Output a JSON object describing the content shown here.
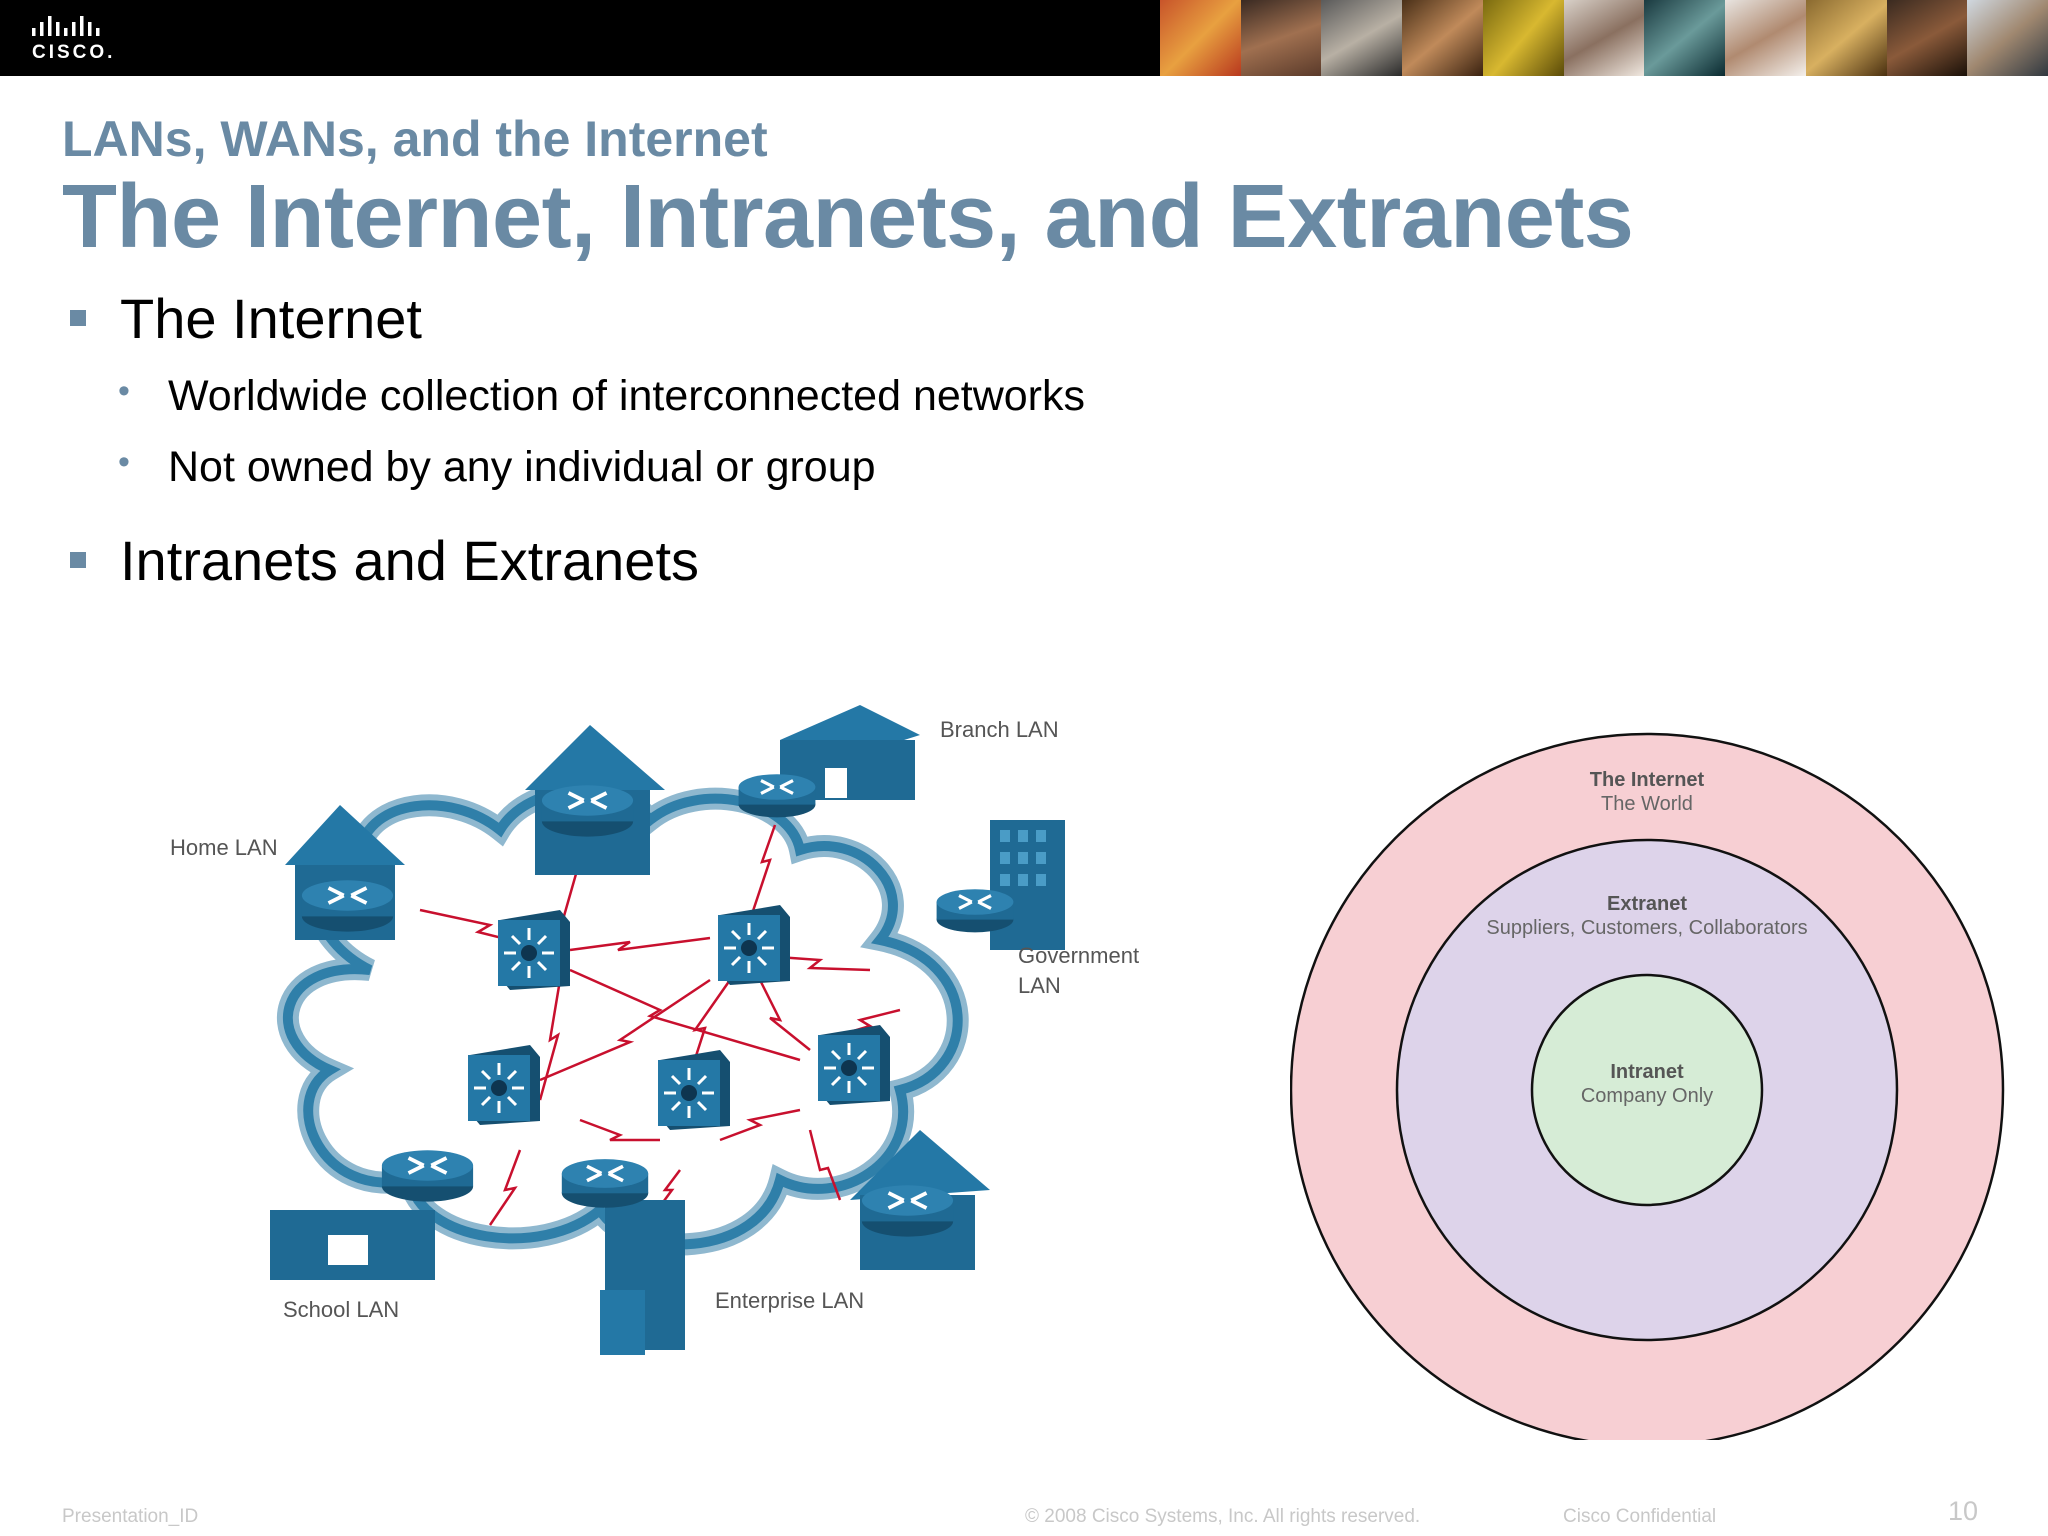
{
  "slide": {
    "section_title": "LANs, WANs, and the Internet",
    "title": "The Internet, Intranets, and Extranets",
    "bullets": [
      {
        "text": "The Internet",
        "sub": [
          "Worldwide collection of interconnected networks",
          "Not owned by any individual or group"
        ]
      },
      {
        "text": "Intranets and Extranets",
        "sub": []
      }
    ]
  },
  "logo": {
    "text": "CISCO."
  },
  "network_diagram": {
    "labels": {
      "home": "Home LAN",
      "branch": "Branch LAN",
      "government_line1": "Government",
      "government_line2": "LAN",
      "school": "School LAN",
      "enterprise": "Enterprise LAN"
    }
  },
  "ring_diagram": {
    "outer": {
      "title": "The Internet",
      "subtitle": "The World",
      "color": "#f7cfd3"
    },
    "middle": {
      "title": "Extranet",
      "subtitle": "Suppliers, Customers, Collaborators",
      "color": "#ddd3ea"
    },
    "inner": {
      "title": "Intranet",
      "subtitle": "Company Only",
      "color": "#d6ecd6"
    }
  },
  "footer": {
    "left": "Presentation_ID",
    "center": "© 2008 Cisco Systems, Inc. All rights reserved.",
    "right": "Cisco Confidential",
    "page": "10"
  },
  "colors": {
    "title": "#6a8aa4",
    "device_blue": "#1f6a94",
    "wan_link": "#c8102e"
  }
}
